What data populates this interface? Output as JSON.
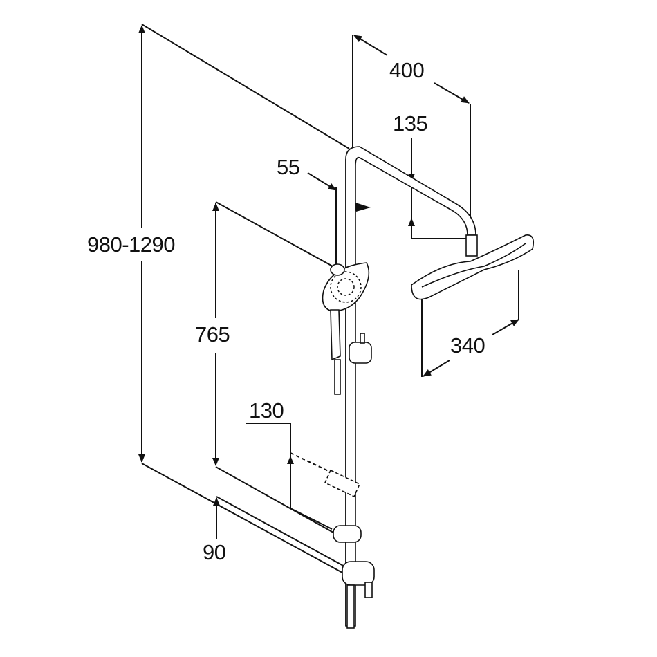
{
  "drawing": {
    "dimensions": {
      "arm_length": "400",
      "head_drop": "135",
      "hand_shower_offset": "55",
      "total_height": "980-1290",
      "bar_height": "765",
      "head_width": "340",
      "shelf_offset": "130",
      "wall_distance": "90"
    },
    "line_color": "#111111"
  }
}
